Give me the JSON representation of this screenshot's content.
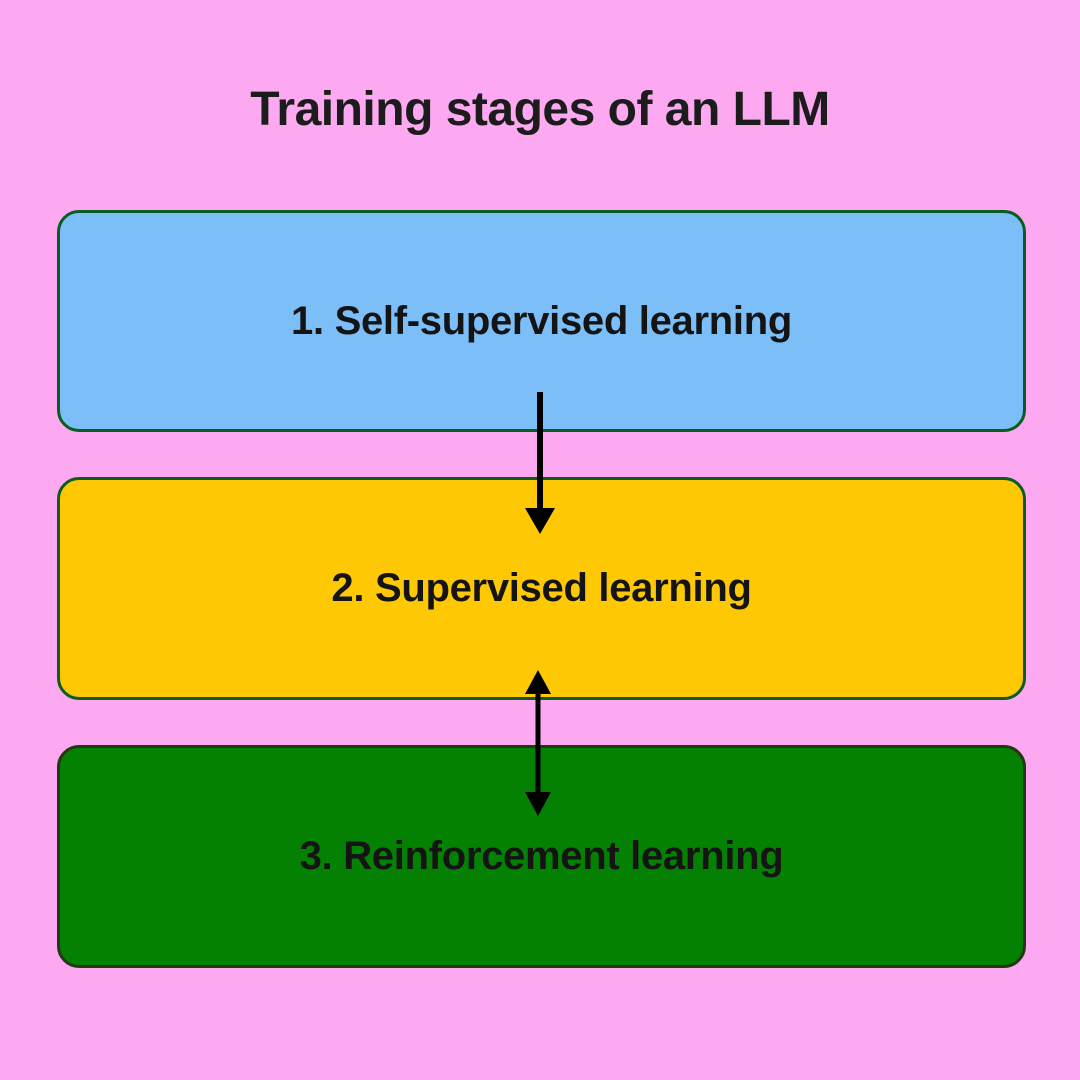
{
  "page": {
    "background_color": "#FCA9F2"
  },
  "title": {
    "text": "Training stages of an LLM",
    "color": "#1c1c1c"
  },
  "diagram": {
    "text_color": "#141414",
    "stages": [
      {
        "order": "1",
        "label": "1. Self-supervised learning",
        "fill": "#7CBEF8",
        "border": "#0b5c20"
      },
      {
        "order": "2",
        "label": "2. Supervised learning",
        "fill": "#FFC805",
        "border": "#0b5c20"
      },
      {
        "order": "3",
        "label": "3. Reinforcement learning",
        "fill": "#048102",
        "border": "#223813"
      }
    ],
    "connectors": [
      {
        "from": "1. Self-supervised learning",
        "to": "2. Supervised learning",
        "type": "arrow-down",
        "icon": "arrow-down-icon",
        "color": "#000000"
      },
      {
        "from": "2. Supervised learning",
        "to": "3. Reinforcement learning",
        "type": "arrow-bidirectional-vertical",
        "icon": "arrow-up-down-icon",
        "color": "#000000"
      }
    ]
  }
}
